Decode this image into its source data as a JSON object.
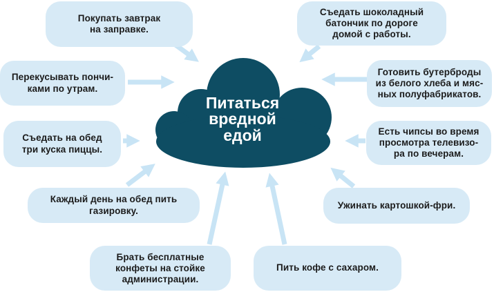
{
  "cloud": {
    "label": "Питаться\nвредной\nедой"
  },
  "bubbles": [
    {
      "id": "buy-breakfast-at-gas-station",
      "text": "Покупать завтрак\nна заправке."
    },
    {
      "id": "donut-snack-in-morning",
      "text": "Перекусывать пончи-\nками по утрам."
    },
    {
      "id": "three-pizza-slices-at-lunch",
      "text": "Съедать на обед\nтри куска пиццы."
    },
    {
      "id": "soda-every-lunch",
      "text": "Каждый день на обед пить\nгазировку."
    },
    {
      "id": "free-candy-at-front-desk",
      "text": "Брать бесплатные\nконфеты на стойке\nадминистрации."
    },
    {
      "id": "coffee-with-sugar",
      "text": "Пить кофе с сахаром."
    },
    {
      "id": "french-fries-for-dinner",
      "text": "Ужинать картошкой-фри."
    },
    {
      "id": "chips-while-watching-tv",
      "text": "Есть чипсы во время\nпросмотра телевизо-\nра по вечерам."
    },
    {
      "id": "white-bread-meat-sandwiches",
      "text": "Готовить бутерброды\nиз белого хлеба и мяс-\nных полуфабрикатов."
    },
    {
      "id": "chocolate-bar-on-way-home",
      "text": "Съедать шоколадный\nбатончик по дороге\nдомой с работы."
    }
  ],
  "colors": {
    "cloud": "#0e4d63",
    "bubble": "#d7eaf6",
    "arrow": "#c8e4f5",
    "ink": "#1b1b1b",
    "bg": "#ffffff"
  }
}
